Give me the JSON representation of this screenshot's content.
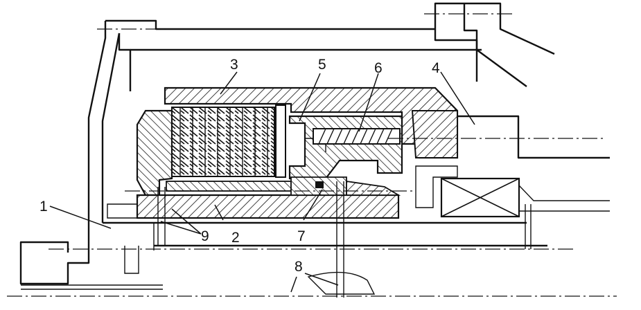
{
  "callouts": {
    "n1": "1",
    "n2": "2",
    "n3": "3",
    "n4": "4",
    "n5": "5",
    "n6": "6",
    "n7": "7",
    "n8": "8",
    "n9": "9"
  },
  "colors": {
    "line": "#111111",
    "paper": "#ffffff"
  }
}
